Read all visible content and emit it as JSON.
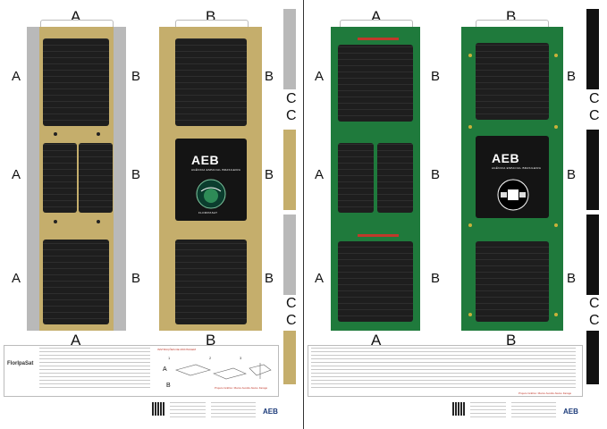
{
  "colors": {
    "gold": "#c5ae6c",
    "green": "#1f7a3c",
    "panel": "#1e1e1e",
    "brand_blue": "#1c3b7a",
    "accent_red": "#c0392b"
  },
  "labels": {
    "a": "A",
    "b": "B",
    "c": "C"
  },
  "left_sheet": {
    "project_title": "FlorIpaSat",
    "instructions_title": "INSTRUÇÕES DE MONTAGEM",
    "steps": [
      "1",
      "2",
      "3"
    ],
    "credit": "Projeto Gráfico: Marco Aurélio Aleixo Farago",
    "logo": {
      "name": "AEB",
      "sub": "AGÊNCIA ESPACIAL BRASILEIRA"
    },
    "mission_badge": "FLORIPASAT"
  },
  "right_sheet": {
    "logo": {
      "name": "AEB",
      "sub": "AGÊNCIA ESPACIAL BRASILEIRA"
    },
    "credit": "Projeto Gráfico: Marco Aurélio Aleixo Farago",
    "footer_brand": "AEB"
  },
  "footer": {
    "brand": "AEB"
  }
}
